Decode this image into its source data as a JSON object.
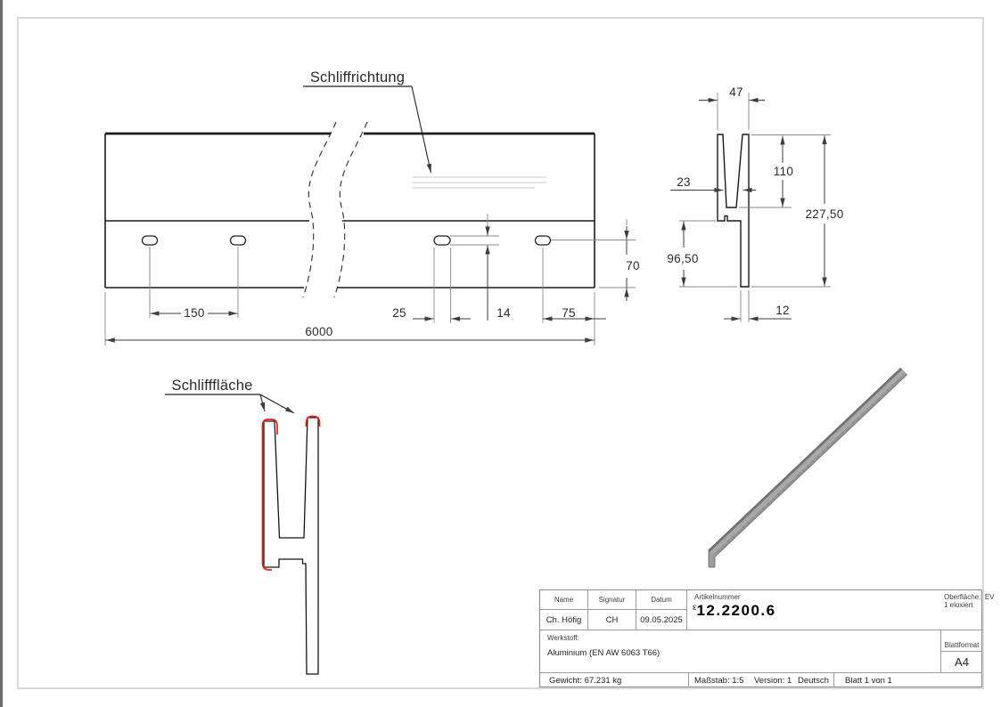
{
  "colors": {
    "highlight": "#e8201c",
    "line": "#2a2a2a",
    "gray_line": "#8a8a8a",
    "bar_gray": "#a7a8a7"
  },
  "front_view": {
    "label_grinding_direction": "Schliffrichtung",
    "d150": "150",
    "d6000": "6000",
    "d25": "25",
    "d14": "14",
    "d75": "75",
    "d70": "70"
  },
  "section_view": {
    "d47": "47",
    "d23": "23",
    "d110": "110",
    "d227": "227,50",
    "d96": "96,50",
    "d12": "12"
  },
  "detail_view": {
    "label_grinding_surface": "Schlifffläche"
  },
  "title_block": {
    "headers": {
      "name": "Name",
      "signature": "Signatur",
      "date": "Datum",
      "article_number": "Artikelnummer"
    },
    "surface_label": "Oberfläche:",
    "surface_value": "EV 1 eloxiert",
    "values": {
      "name": "Ch. Höfig",
      "signature": "CH",
      "date": "09.05.2025"
    },
    "article_prefix": "ε",
    "article_number": "12.2200.6",
    "material_label": "Werkstoff:",
    "material_value": "Aluminium (EN AW 6063 T66)",
    "weight": "Gewicht: 67.231 kg",
    "scale": "Maßstab: 1:5",
    "version": "Version: 1",
    "language": "Deutsch",
    "sheet": "Blatt 1 von 1",
    "format_label": "Blattformat",
    "format_value": "A4"
  }
}
